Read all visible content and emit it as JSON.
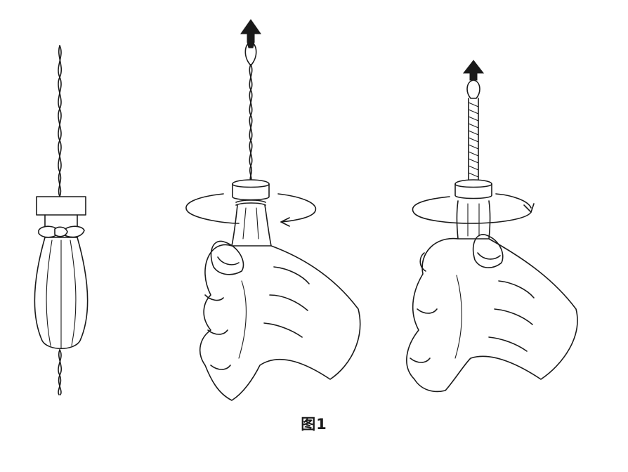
{
  "caption": "图1",
  "colors": {
    "ink": "#1a1a1a",
    "background": "#ffffff"
  },
  "panels": [
    {
      "name": "loose-twist-with-knot"
    },
    {
      "name": "spin-while-pulling"
    },
    {
      "name": "tight-twist-result"
    }
  ]
}
